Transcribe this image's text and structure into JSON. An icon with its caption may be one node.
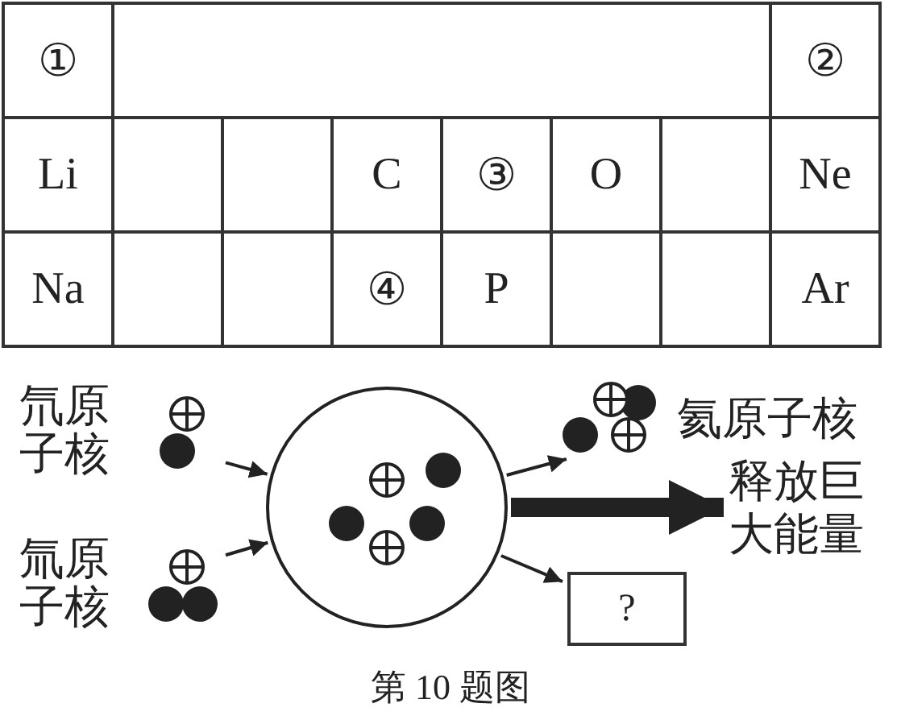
{
  "diagram": {
    "caption": "第 10 题图",
    "nodes": [
      {
        "text": [
          "氘原子核"
        ]
      },
      {
        "text": [
          "氚原子核"
        ]
      },
      {
        "text": [],
        "shape": "circle"
      },
      {
        "text": [
          "氦原子核"
        ]
      },
      {
        "text": [
          "释放巨大能量"
        ]
      },
      {
        "text": [
          "?"
        ]
      }
    ],
    "edges": [
      {
        "from": 0,
        "to": 2,
        "arrow": "to"
      },
      {
        "from": 1,
        "to": 2,
        "arrow": "to"
      },
      {
        "from": 2,
        "to": 3,
        "arrow": "to"
      },
      {
        "from": 2,
        "to": 4,
        "arrow": "to",
        "style": "thick"
      },
      {
        "from": 2,
        "to": 5,
        "arrow": "to"
      }
    ],
    "labels": [
      "①",
      "②",
      "Li",
      "C",
      "③",
      "O",
      "Ne",
      "Na",
      "④",
      "P",
      "Ar"
    ]
  }
}
